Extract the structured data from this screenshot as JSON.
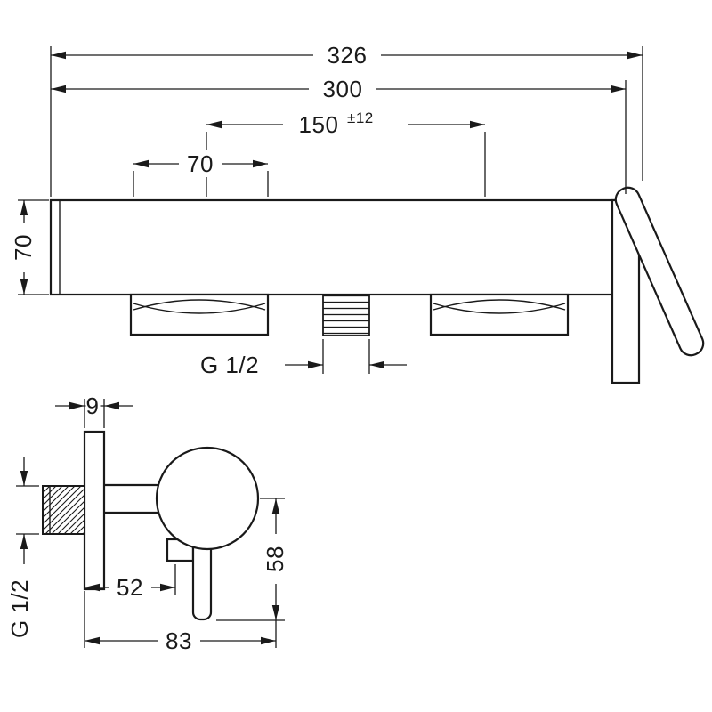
{
  "style": {
    "line_color": "#1a1a1a",
    "background": "#ffffff"
  },
  "drawing": {
    "description": "Technical dimensional drawing of a wall-mounted single-lever shower mixer, front view and side view",
    "front_view": {
      "dim_overall_width": "326",
      "dim_body_width": "300",
      "dim_connection_distance": "150",
      "dim_connection_tolerance": "±12",
      "dim_escutcheon_width": "70",
      "dim_body_height": "70",
      "outlet_thread_label": "G 1/2"
    },
    "side_view": {
      "dim_plate_thickness": "9",
      "dim_wall_to_lever": "52",
      "dim_lever_drop": "58",
      "dim_total_projection": "83",
      "inlet_thread_label": "G 1/2"
    }
  }
}
